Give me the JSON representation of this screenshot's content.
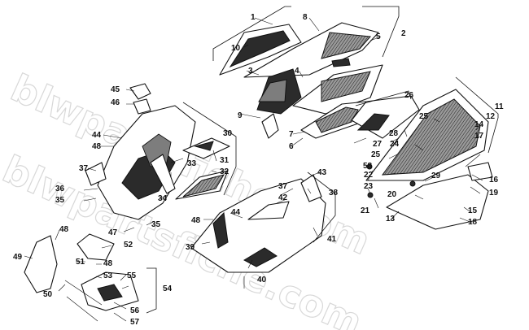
{
  "watermark": "blwpartsfiche.com",
  "callouts": [
    {
      "label": "1"
    },
    {
      "label": "2"
    },
    {
      "label": "3"
    },
    {
      "label": "4"
    },
    {
      "label": "5"
    },
    {
      "label": "6"
    },
    {
      "label": "7"
    },
    {
      "label": "8"
    },
    {
      "label": "9"
    },
    {
      "label": "10"
    },
    {
      "label": "11"
    },
    {
      "label": "12"
    },
    {
      "label": "13"
    },
    {
      "label": "14"
    },
    {
      "label": "15"
    },
    {
      "label": "16"
    },
    {
      "label": "17"
    },
    {
      "label": "18"
    },
    {
      "label": "19"
    },
    {
      "label": "20"
    },
    {
      "label": "21"
    },
    {
      "label": "22"
    },
    {
      "label": "23"
    },
    {
      "label": "24"
    },
    {
      "label": "25"
    },
    {
      "label": "25"
    },
    {
      "label": "26"
    },
    {
      "label": "27"
    },
    {
      "label": "28"
    },
    {
      "label": "29"
    },
    {
      "label": "30"
    },
    {
      "label": "31"
    },
    {
      "label": "32"
    },
    {
      "label": "33"
    },
    {
      "label": "34"
    },
    {
      "label": "35"
    },
    {
      "label": "35"
    },
    {
      "label": "36"
    },
    {
      "label": "37"
    },
    {
      "label": "37"
    },
    {
      "label": "38"
    },
    {
      "label": "39"
    },
    {
      "label": "40"
    },
    {
      "label": "41"
    },
    {
      "label": "42"
    },
    {
      "label": "43"
    },
    {
      "label": "44"
    },
    {
      "label": "44"
    },
    {
      "label": "45"
    },
    {
      "label": "46"
    },
    {
      "label": "47"
    },
    {
      "label": "48"
    },
    {
      "label": "48"
    },
    {
      "label": "48"
    },
    {
      "label": "48"
    },
    {
      "label": "49"
    },
    {
      "label": "50"
    },
    {
      "label": "51"
    },
    {
      "label": "52"
    },
    {
      "label": "53"
    },
    {
      "label": "54"
    },
    {
      "label": "55"
    },
    {
      "label": "56"
    },
    {
      "label": "57"
    },
    {
      "label": "58"
    }
  ]
}
